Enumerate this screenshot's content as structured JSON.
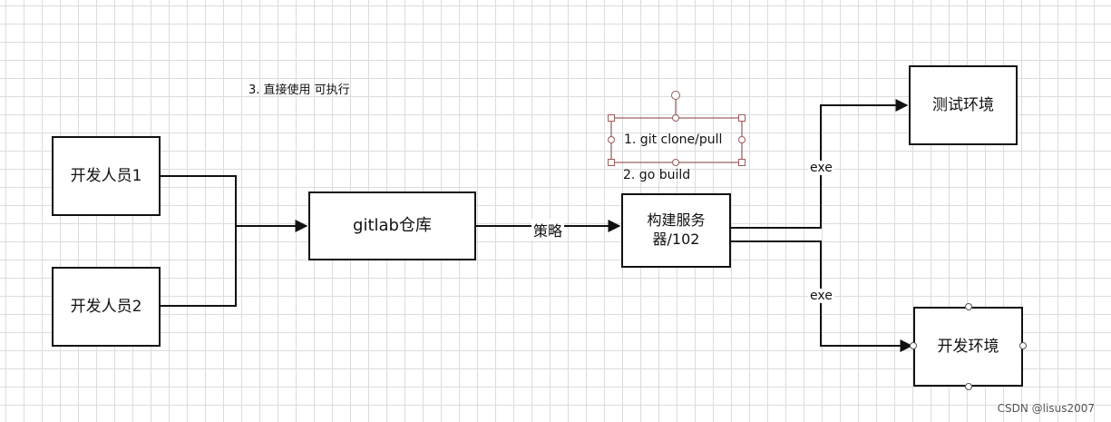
{
  "annotation_top": "3. 直接使用 可执行",
  "dev1": "开发人员1",
  "dev2": "开发人员2",
  "gitlab": "gitlab仓库",
  "strategy_label": "策略",
  "build_server": "构建服务器/102",
  "step1": "1. git clone/pull",
  "step2": "2. go build",
  "exe_top": "exe",
  "exe_bottom": "exe",
  "test_env": "测试环境",
  "dev_env": "开发环境",
  "watermark": "CSDN @lisus2007"
}
